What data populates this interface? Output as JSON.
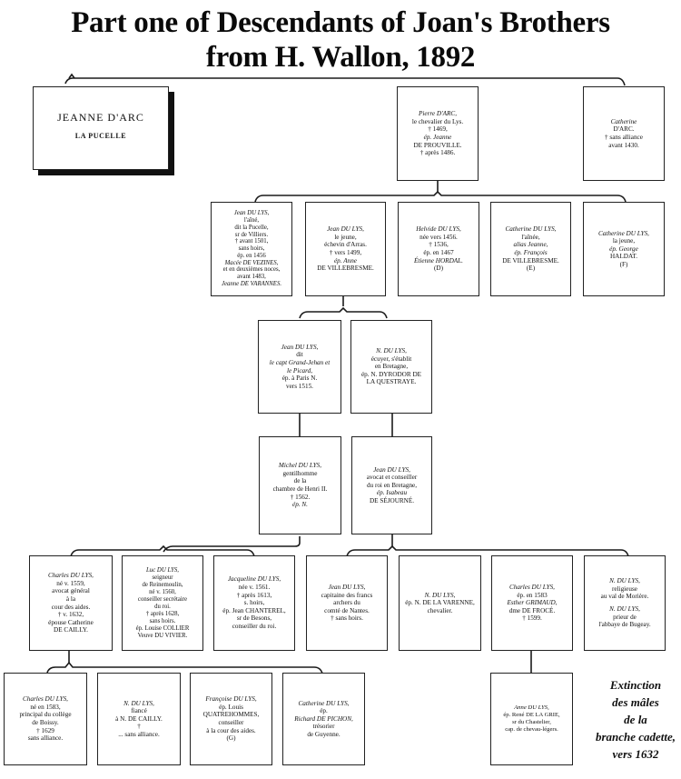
{
  "title": {
    "line1": "Part one of Descendants of Joan's Brothers",
    "line2": "from H. Wallon, 1892"
  },
  "root": {
    "name": "JEANNE D'ARC",
    "subtitle": "LA PUCELLE"
  },
  "generation1": [
    {
      "id": "pierre",
      "lines": [
        "Pierre D'ARC,",
        "le chevalier du Lys.",
        "† 1469,",
        "ép. Jeanne",
        "DE PROUVILLE.",
        "† après 1486."
      ]
    },
    {
      "id": "catherine-darc",
      "lines": [
        "Catherine",
        "D'ARC.",
        "† sans alliance",
        "avant 1430."
      ]
    }
  ],
  "generation2": [
    {
      "id": "jean-aine",
      "lines": [
        "Jean DU LYS,",
        "l'aîné,",
        "dit la Pucelle,",
        "sr de Villiers.",
        "† avant 1501,",
        "sans hoirs,",
        "ép. en 1456",
        "Macée DE VEZINES,",
        "et en deuxièmes noces,",
        "avant 1483,",
        "Jeanne DE VARANNES."
      ]
    },
    {
      "id": "jean-jeune",
      "lines": [
        "Jean DU LYS,",
        "le jeune,",
        "échevin d'Arras.",
        "† vers 1499,",
        "ép. Anne",
        "DE VILLEBRESME."
      ]
    },
    {
      "id": "helvide",
      "lines": [
        "Helvide DU LYS,",
        "née vers 1456.",
        "† 1536,",
        "ép. en 1467",
        "Étienne HORDAL.",
        "(D)"
      ]
    },
    {
      "id": "catherine-ainee",
      "lines": [
        "Catherine DU LYS,",
        "l'aînée,",
        "alias Jeanne,",
        "ép. François",
        "DE VILLEBRESME.",
        "(E)"
      ]
    },
    {
      "id": "catherine-jeune",
      "lines": [
        "Catherine DU LYS,",
        "la jeune,",
        "ép. George",
        "HALDAT.",
        "(F)"
      ]
    }
  ],
  "generation3": [
    {
      "id": "jean-grand-jehan",
      "lines": [
        "Jean DU LYS,",
        "dit",
        "le capt Grand-Jehan et",
        "le Picard,",
        "ép. à Paris N.",
        "vers 1515."
      ]
    },
    {
      "id": "n-ecuyer",
      "lines": [
        "N. DU LYS,",
        "écuyer, s'établit",
        "en Bretagne,",
        "ép. N. DYRODOR DE",
        "LA QUESTRAYE."
      ]
    }
  ],
  "generation4": [
    {
      "id": "michel",
      "lines": [
        "Michel DU LYS,",
        "gentilhomme",
        "de la",
        "chambre de Henri II.",
        "† 1562.",
        "ép. N."
      ]
    },
    {
      "id": "jean-avocat",
      "lines": [
        "Jean DU LYS,",
        "avocat et conseiller",
        "du roi en Bretagne,",
        "ép. Isabeau",
        "DE SÉJOURNÉ."
      ]
    }
  ],
  "generation5": [
    {
      "id": "charles-1559",
      "lines": [
        "Charles DU LYS,",
        "né v. 1559,",
        "avocat général",
        "à la",
        "cour des aides.",
        "† v. 1632,",
        "épouse Catherine",
        "DE CAILLY."
      ]
    },
    {
      "id": "luc",
      "lines": [
        "Luc DU LYS,",
        "seigneur",
        "de Reinemoulin,",
        "né v. 1560,",
        "conseiller secrétaire",
        "du roi.",
        "† après 1628,",
        "sans hoirs.",
        "ép. Louise COLLIER",
        "Veuve DU VIVIER."
      ]
    },
    {
      "id": "jacqueline",
      "lines": [
        "Jacqueline DU LYS,",
        "née v. 1561.",
        "† après 1613,",
        "s. hoirs,",
        "ép. Jean CHANTEREL,",
        "sr de Besons,",
        "conseiller du roi."
      ]
    },
    {
      "id": "jean-capitaine",
      "lines": [
        "Jean DU LYS,",
        "capitaine des francs",
        "archers du",
        "comté de Nantes.",
        "† sans hoirs."
      ]
    },
    {
      "id": "n-varenne",
      "lines": [
        "N. DU LYS,",
        "ép. N. DE LA VARENNE,",
        "chevalier."
      ]
    },
    {
      "id": "charles-1583",
      "lines": [
        "Charles DU LYS,",
        "ép. en 1583",
        "Esther GRIMAUD,",
        "dme DE FROCÉ.",
        "† 1599."
      ]
    },
    {
      "id": "n-religieuse",
      "lines": [
        "N. DU LYS,",
        "religieuse",
        "au val de Morière.",
        "N. DU LYS,",
        "prieur de",
        "l'abbaye de Bugeay."
      ]
    }
  ],
  "generation6": [
    {
      "id": "charles-1583b",
      "lines": [
        "Charles DU LYS,",
        "né en 1583,",
        "principal du collège",
        "de Boissy.",
        "† 1629",
        "sans alliance."
      ]
    },
    {
      "id": "n-fiance",
      "lines": [
        "N. DU LYS,",
        "fiancé",
        "à N. DE CAILLY.",
        "†",
        "... sans alliance."
      ]
    },
    {
      "id": "francoise",
      "lines": [
        "Françoise DU LYS,",
        "ép. Louis",
        "QUATREHOMMES,",
        "conseiller",
        "à la cour des aides.",
        "(G)"
      ]
    },
    {
      "id": "catherine-pichon",
      "lines": [
        "Catherine DU LYS,",
        "ép.",
        "Richard DE PICHON,",
        "trésorier",
        "de Guyenne."
      ]
    },
    {
      "id": "anne",
      "lines": [
        "Anne DU LYS,",
        "ép. René DE LA GRIE,",
        "sr du Chastelier,",
        "cap. de chevau-légers."
      ]
    }
  ],
  "note": {
    "lines": [
      "Extinction",
      "des mâles",
      "de la",
      "branche cadette,",
      "vers 1632"
    ]
  }
}
